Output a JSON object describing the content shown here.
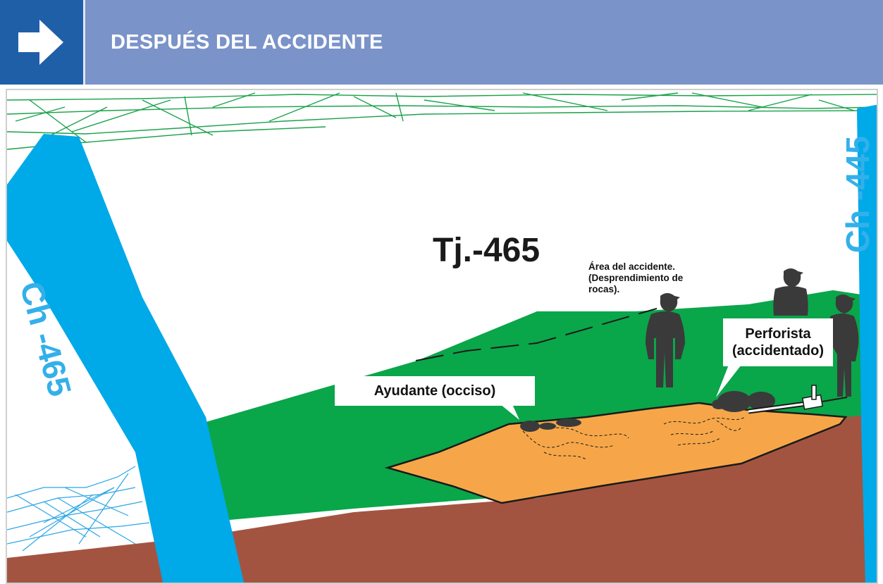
{
  "header": {
    "title": "DESPUÉS DEL ACCIDENTE",
    "arrow_icon": "arrow-right-icon",
    "icon_bg": "#1f5fa8",
    "bar_bg": "#7a93c9"
  },
  "labels": {
    "tunnel": "Tj.-465",
    "area": [
      "Área del accidente.",
      "(Desprendimiento de",
      "rocas)."
    ],
    "ayudante": "Ayudante (occiso)",
    "perforista": [
      "Perforista",
      "(accidentado)"
    ],
    "chimenea_left": "Ch -465",
    "chimenea_right": "Ch -445"
  },
  "colors": {
    "green_wall": "#0aa64a",
    "brown_floor": "#a35440",
    "orange_rocks": "#f6a649",
    "blue_chimney": "#00a9e8",
    "mesh_green": "#19a14a",
    "mesh_blue": "#2aa6e6",
    "silhouette": "#3a3a3a"
  }
}
